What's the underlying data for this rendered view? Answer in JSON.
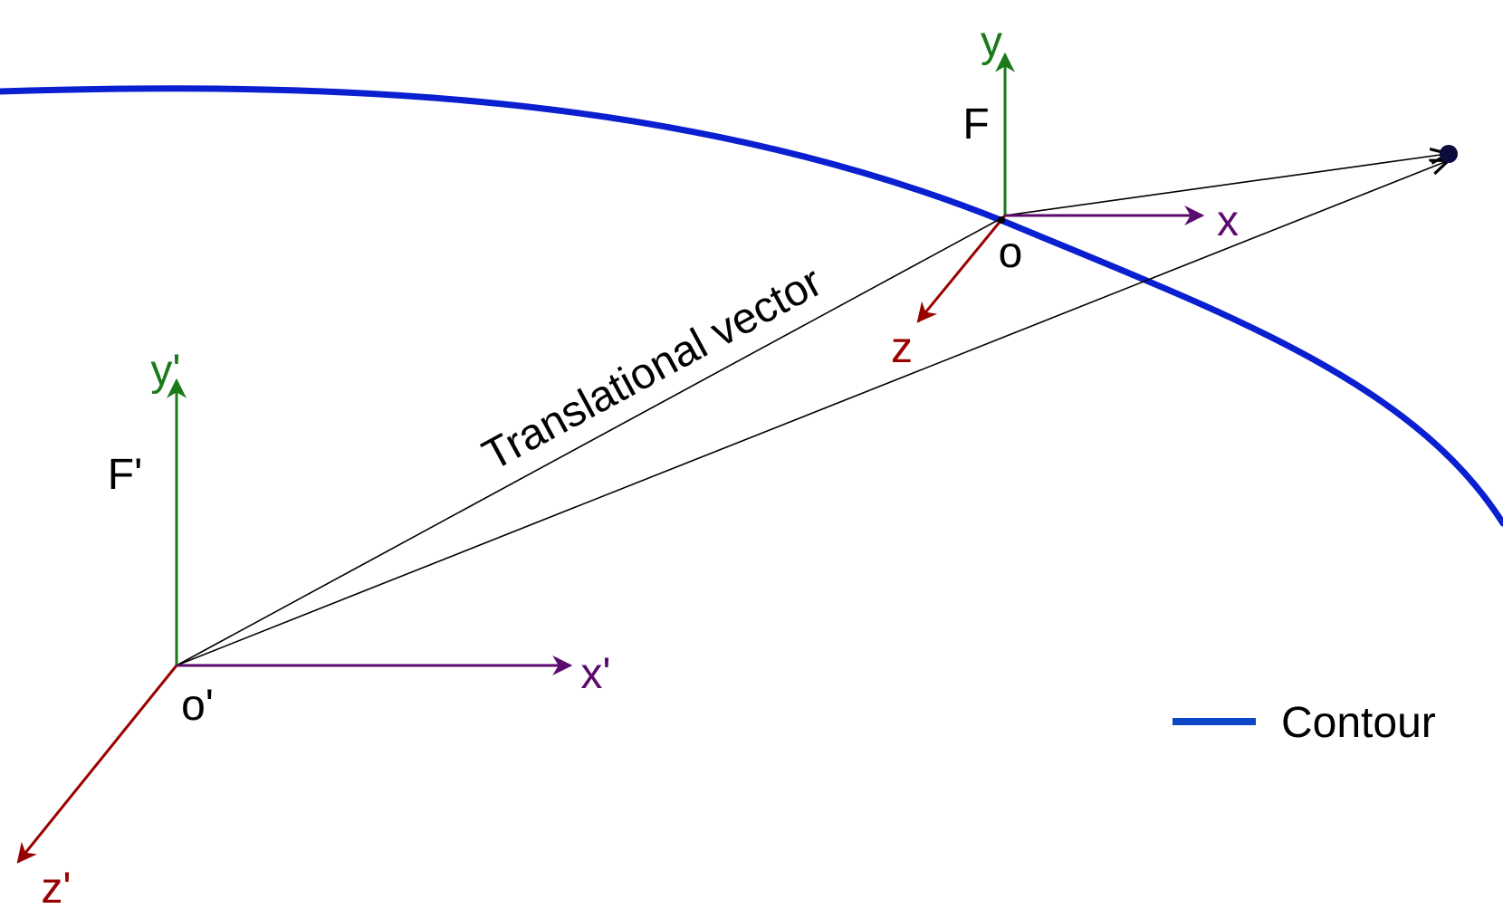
{
  "frames": {
    "local": {
      "frame_label": "F",
      "origin_label": "o",
      "x_label": "x",
      "y_label": "y",
      "z_label": "z"
    },
    "global": {
      "frame_label": "F'",
      "origin_label": "o'",
      "x_label": "x'",
      "y_label": "y'",
      "z_label": "z'"
    }
  },
  "translational_vector_label": "Translational vector",
  "legend": {
    "contour_label": "Contour"
  },
  "colors": {
    "contour": "#0a1fd0",
    "legend_contour": "#0d47c8",
    "x_axis": "#5b0a6e",
    "y_axis": "#1a7a1a",
    "z_axis": "#990000",
    "vector": "#000000",
    "point": "#0b0b3d"
  }
}
